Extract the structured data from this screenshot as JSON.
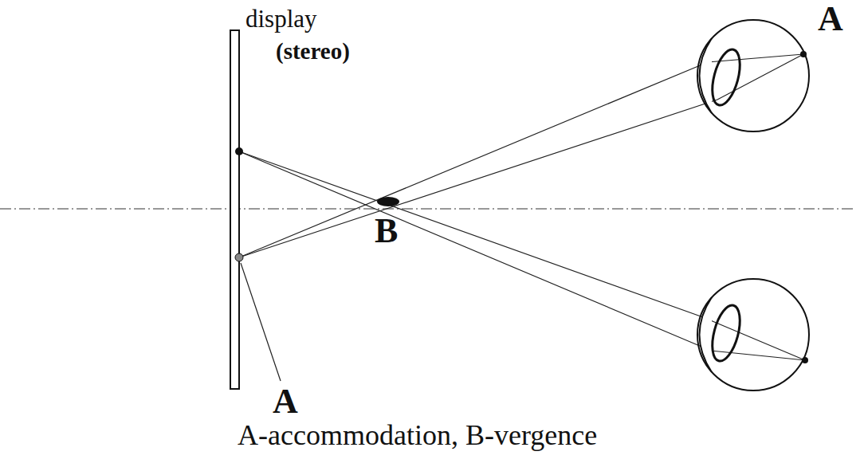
{
  "diagram": {
    "caption": "A-accommodation, B-vergence",
    "labels": [
      "display",
      "(stereo)",
      "B",
      "A",
      "A"
    ]
  }
}
